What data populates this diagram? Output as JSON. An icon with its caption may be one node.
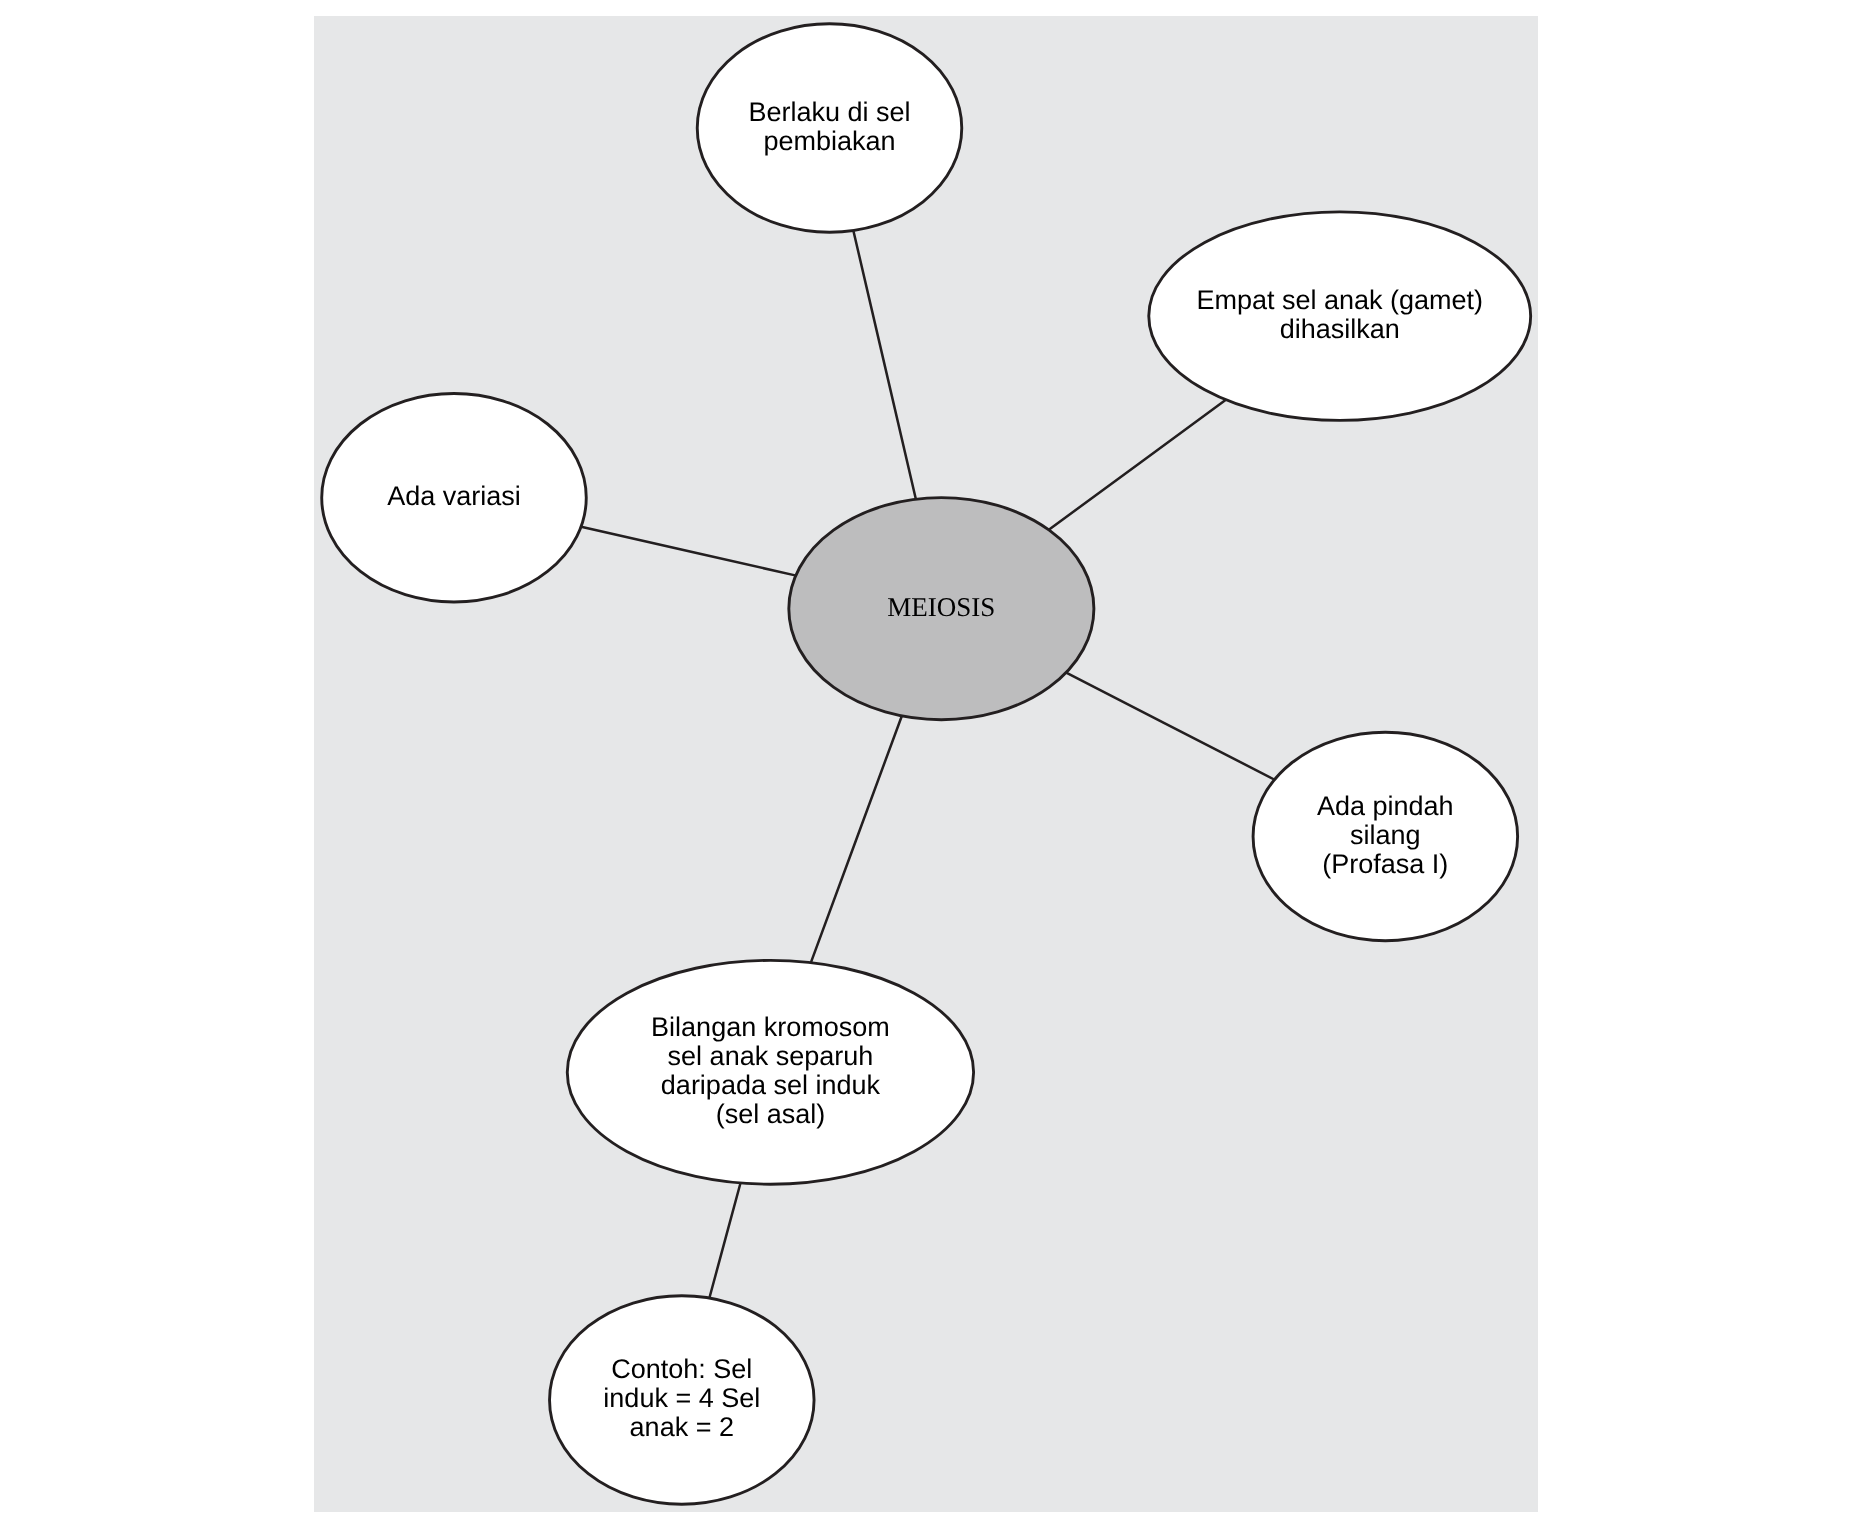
{
  "diagram": {
    "nodes": [
      {
        "text": [
          "Ada variasi"
        ]
      },
      {
        "text": [
          "Empat sel anak (gamet) dihasilkan"
        ]
      },
      {
        "text": [
          "Ada pindah silang (Profasa I)"
        ]
      },
      {
        "text": [
          "MEIOSIS"
        ]
      },
      {
        "text": [
          "Contoh: Sel induk = 4 Sel anak = 2"
        ]
      },
      {
        "text": [
          "Berlaku di sel pembiakan"
        ]
      },
      {
        "text": [
          "Bilangan kromosom sel anak separuh daripada sel induk (sel asal)"
        ]
      }
    ],
    "edges": [
      {
        "from": 3,
        "to": 0,
        "arrow": "none"
      },
      {
        "from": 3,
        "to": 1,
        "arrow": "none"
      },
      {
        "from": 3,
        "to": 2,
        "arrow": "none"
      },
      {
        "from": 3,
        "to": 5,
        "arrow": "none"
      },
      {
        "from": 3,
        "to": 6,
        "arrow": "none"
      },
      {
        "from": 6,
        "to": 4,
        "arrow": "none"
      }
    ]
  }
}
